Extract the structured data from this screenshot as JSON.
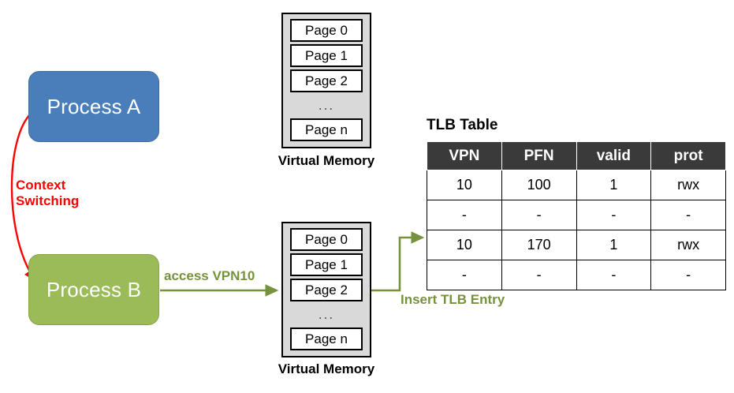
{
  "diagram": {
    "title": "TLB context switching diagram",
    "colors": {
      "process_a_fill": "#4a7ebb",
      "process_b_fill": "#9bbb59",
      "context_arrow": "#ff0000",
      "access_arrow": "#76923c",
      "table_header_bg": "#3a3a3a",
      "vm_block_fill": "#d9d9d9"
    }
  },
  "processes": {
    "a": {
      "label": "Process A"
    },
    "b": {
      "label": "Process B"
    }
  },
  "arrows": {
    "context_switching": {
      "label_line1": "Context",
      "label_line2": "Switching"
    },
    "access": {
      "label": "access VPN10"
    },
    "insert": {
      "label": "Insert TLB Entry"
    }
  },
  "virtual_memory_top": {
    "caption": "Virtual Memory",
    "pages": [
      "Page 0",
      "Page 1",
      "Page 2",
      "...",
      "Page n"
    ]
  },
  "virtual_memory_bottom": {
    "caption": "Virtual Memory",
    "pages": [
      "Page 0",
      "Page 1",
      "Page 2",
      "...",
      "Page n"
    ]
  },
  "tlb": {
    "title": "TLB Table",
    "columns": [
      "VPN",
      "PFN",
      "valid",
      "prot"
    ],
    "rows": [
      [
        "10",
        "100",
        "1",
        "rwx"
      ],
      [
        "-",
        "-",
        "-",
        "-"
      ],
      [
        "10",
        "170",
        "1",
        "rwx"
      ],
      [
        "-",
        "-",
        "-",
        "-"
      ]
    ]
  }
}
